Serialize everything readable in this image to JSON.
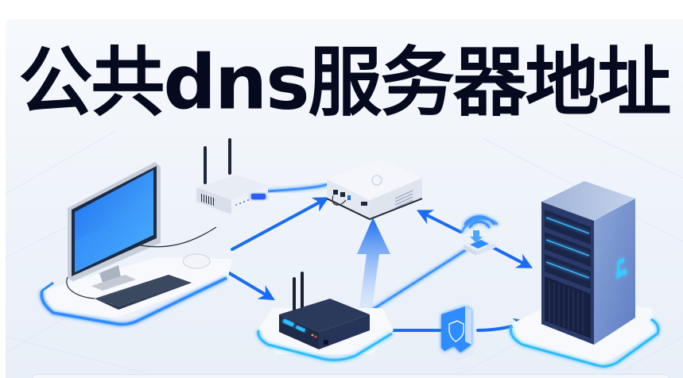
{
  "banner": {
    "title": "公共dns服务器地址",
    "background_color": "#eef3fa",
    "title_color": "#050a1e",
    "accent_color": "#1a6cf0",
    "glow_color": "#3bb4ff"
  },
  "illustration": {
    "devices": [
      {
        "name": "desktop-computer",
        "parts": [
          "monitor",
          "keyboard",
          "mouse"
        ]
      },
      {
        "name": "wifi-router-white"
      },
      {
        "name": "modem-gateway-white"
      },
      {
        "name": "wifi-router-dark"
      },
      {
        "name": "wireless-access-point"
      },
      {
        "name": "security-shield-firewall"
      },
      {
        "name": "server-rack"
      }
    ],
    "connections": [
      {
        "from": "desktop-computer",
        "to": "modem-gateway-white",
        "type": "arrow"
      },
      {
        "from": "desktop-computer",
        "to": "wifi-router-dark",
        "type": "arrow"
      },
      {
        "from": "wifi-router-white",
        "to": "modem-gateway-white",
        "type": "line"
      },
      {
        "from": "wifi-router-dark",
        "to": "modem-gateway-white",
        "type": "arrow-up"
      },
      {
        "from": "wireless-access-point",
        "to": "modem-gateway-white",
        "type": "arrow"
      },
      {
        "from": "wireless-access-point",
        "to": "server-rack",
        "type": "arrow"
      },
      {
        "from": "wifi-router-dark",
        "to": "server-rack",
        "type": "arrow",
        "via": "security-shield-firewall"
      }
    ]
  }
}
